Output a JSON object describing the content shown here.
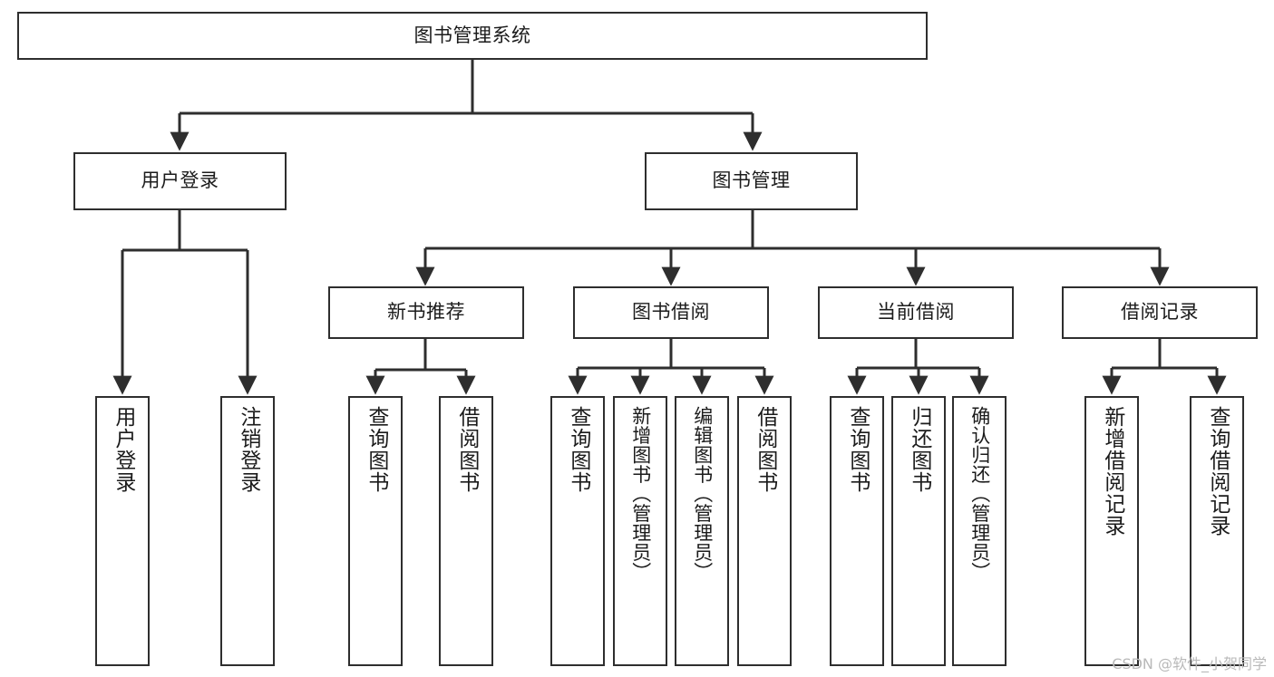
{
  "diagram": {
    "title": "图书管理系统",
    "type": "tree-hierarchy-chart",
    "watermark": "CSDN @软件_小贺同学",
    "colors": {
      "box_border": "#2e2e2e",
      "box_fill": "#ffffff",
      "edge": "#2e2e2e",
      "text": "#1b1b1b",
      "watermark": "#b9b9b9",
      "background": "#ffffff"
    },
    "root": {
      "label": "图书管理系统"
    },
    "level2": [
      {
        "label": "用户登录"
      },
      {
        "label": "图书管理"
      }
    ],
    "level3": [
      {
        "label": "新书推荐"
      },
      {
        "label": "图书借阅"
      },
      {
        "label": "当前借阅"
      },
      {
        "label": "借阅记录"
      }
    ],
    "leaves": {
      "user_login": [
        {
          "label": "用户登录"
        },
        {
          "label": "注销登录"
        }
      ],
      "new_book_recommend": [
        {
          "label": "查询图书"
        },
        {
          "label": "借阅图书"
        }
      ],
      "book_borrow": [
        {
          "label": "查询图书"
        },
        {
          "label": "新增图书（管理员）"
        },
        {
          "label": "编辑图书（管理员）"
        },
        {
          "label": "借阅图书"
        }
      ],
      "current_borrow": [
        {
          "label": "查询图书"
        },
        {
          "label": "归还图书"
        },
        {
          "label": "确认归还（管理员）"
        }
      ],
      "borrow_record": [
        {
          "label": "新增借阅记录"
        },
        {
          "label": "查询借阅记录"
        }
      ]
    }
  }
}
